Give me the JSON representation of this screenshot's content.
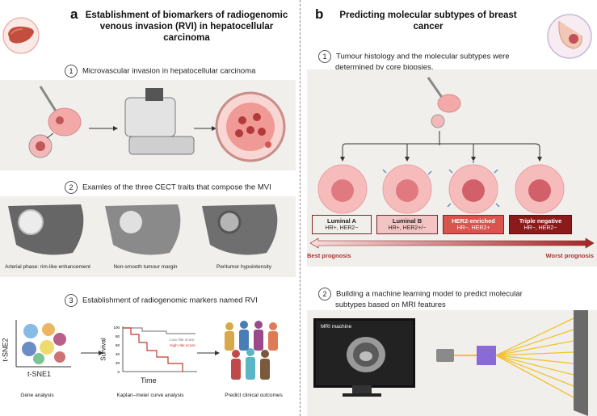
{
  "panel_a": {
    "letter": "a",
    "title_line1": "Establishment of biomarkers of radiogenomic",
    "title_line2": "venous invasion (RVI) in hepatocellular carcinoma",
    "step1": {
      "num": "1",
      "text": "Microvascular invasion in hepatocellular carcinoma"
    },
    "step2": {
      "num": "2",
      "text": "Examles of the three CECT traits that compose the MVI"
    },
    "step2_captions": [
      "Arterial phase: rim-like enhancement",
      "Non-smooth tumour margin",
      "Peritumor hypointensity"
    ],
    "step3": {
      "num": "3",
      "text": "Establishment of radiogenomic markers named RVI"
    },
    "tsne": {
      "ylabel": "t-SNE2",
      "xlabel": "t-SNE1",
      "caption": "Gene analysis"
    },
    "km": {
      "ylabel": "Survival",
      "xlabel": "Time",
      "yticks": [
        "100",
        "80",
        "60",
        "40",
        "20",
        "0"
      ],
      "legend_low": "Low risk score",
      "legend_high": "High risk score",
      "caption": "Kaplan–meier curve analysis",
      "low_color": "#8a8a8a",
      "high_color": "#c0392b"
    },
    "outcome_caption": "Predict clinical outcomes"
  },
  "panel_b": {
    "letter": "b",
    "title_line1": "Predicting molecular subtypes of breast",
    "title_line2": "cancer",
    "step1": {
      "num": "1",
      "text_line1": "Tumour histology and the molecular subtypes were",
      "text_line2": "determined by core biopsies."
    },
    "subtypes": [
      {
        "name": "Luminal A",
        "markers": "HR+, HER2−",
        "bg": "#ffffff",
        "fg": "#222222"
      },
      {
        "name": "Luminal B",
        "markers": "HR+, HER2+/−",
        "bg": "#f3c4c4",
        "fg": "#222222"
      },
      {
        "name": "HER2-enriched",
        "markers": "HR−, HER2+",
        "bg": "#d9534f",
        "fg": "#ffffff"
      },
      {
        "name": "Triple negative",
        "markers": "HR−, HER2−",
        "bg": "#8b1a1a",
        "fg": "#ffffff"
      }
    ],
    "prognosis_best": "Best prognosis",
    "prognosis_worst": "Worst prognosis",
    "step2": {
      "num": "2",
      "text_line1": "Building a machine learning model to predict molecular",
      "text_line2": "subtypes based on MRI features"
    },
    "mri_label": "MRI machine"
  },
  "colors": {
    "band": "#f1efec",
    "accent_red": "#a83232",
    "beam": "#f2c12e",
    "cell": "#f4b8b8"
  }
}
